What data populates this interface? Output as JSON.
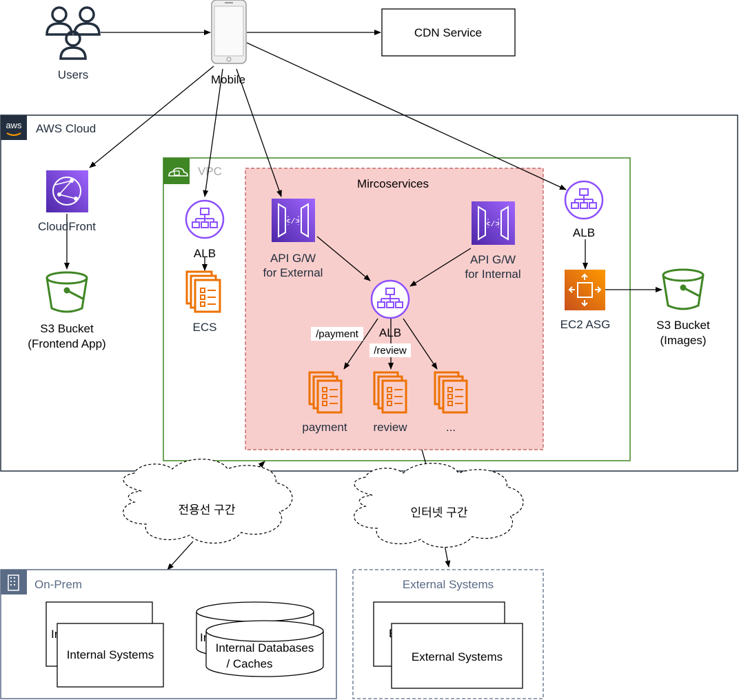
{
  "users": {
    "label": "Users"
  },
  "mobile": {
    "label": "Mobile"
  },
  "cdn": {
    "label": "CDN Service"
  },
  "aws_cloud": {
    "label": "AWS Cloud",
    "badge": "aws",
    "border_color": "#232f3e"
  },
  "vpc": {
    "label": "VPC",
    "border_color": "#3f8624"
  },
  "microservices": {
    "label": "Mircoservices",
    "fill_color": "#f8cecc",
    "border_color": "#b85450"
  },
  "cloudfront": {
    "label": "CloudFront",
    "icon": "cloudfront-icon"
  },
  "s3_frontend": {
    "line1": "S3 Bucket",
    "line2": "(Frontend App)",
    "icon": "s3-bucket-icon"
  },
  "alb_ecs": {
    "label": "ALB",
    "icon": "load-balancer-icon"
  },
  "ecs": {
    "label": "ECS",
    "icon": "ecs-containers-icon"
  },
  "apigw_external": {
    "line1": "API G/W",
    "line2": "for External",
    "icon": "api-gateway-icon"
  },
  "apigw_internal": {
    "line1": "API G/W",
    "line2": "for Internal",
    "icon": "api-gateway-icon"
  },
  "alb_internal": {
    "label": "ALB",
    "icon": "load-balancer-icon"
  },
  "routes": {
    "payment": "/payment",
    "review": "/review"
  },
  "services": [
    {
      "label": "payment",
      "icon": "container-service-icon"
    },
    {
      "label": "review",
      "icon": "container-service-icon"
    },
    {
      "label": "...",
      "icon": "container-service-icon"
    }
  ],
  "alb_images": {
    "label": "ALB",
    "icon": "load-balancer-icon"
  },
  "ec2_asg": {
    "label": "EC2 ASG",
    "icon": "auto-scaling-icon"
  },
  "s3_images": {
    "line1": "S3 Bucket",
    "line2": "(Images)",
    "icon": "s3-bucket-icon"
  },
  "clouds": {
    "dedicated": "전용선 구간",
    "internet": "인터넷 구간"
  },
  "onprem": {
    "label": "On-Prem",
    "icon": "corporate-datacenter-icon",
    "systems_label": "Internal Systems",
    "systems_back": "In",
    "db_line1": "Internal Databases",
    "db_line2": "/ Caches",
    "db_back": "In"
  },
  "external": {
    "label": "External Systems",
    "systems_label": "External Systems",
    "systems_back": "E"
  },
  "colors": {
    "purple": "#8c4fff",
    "orange": "#ed7100",
    "green": "#3f8624",
    "navy": "#232f3e",
    "onprem_border": "#5a6b86"
  }
}
